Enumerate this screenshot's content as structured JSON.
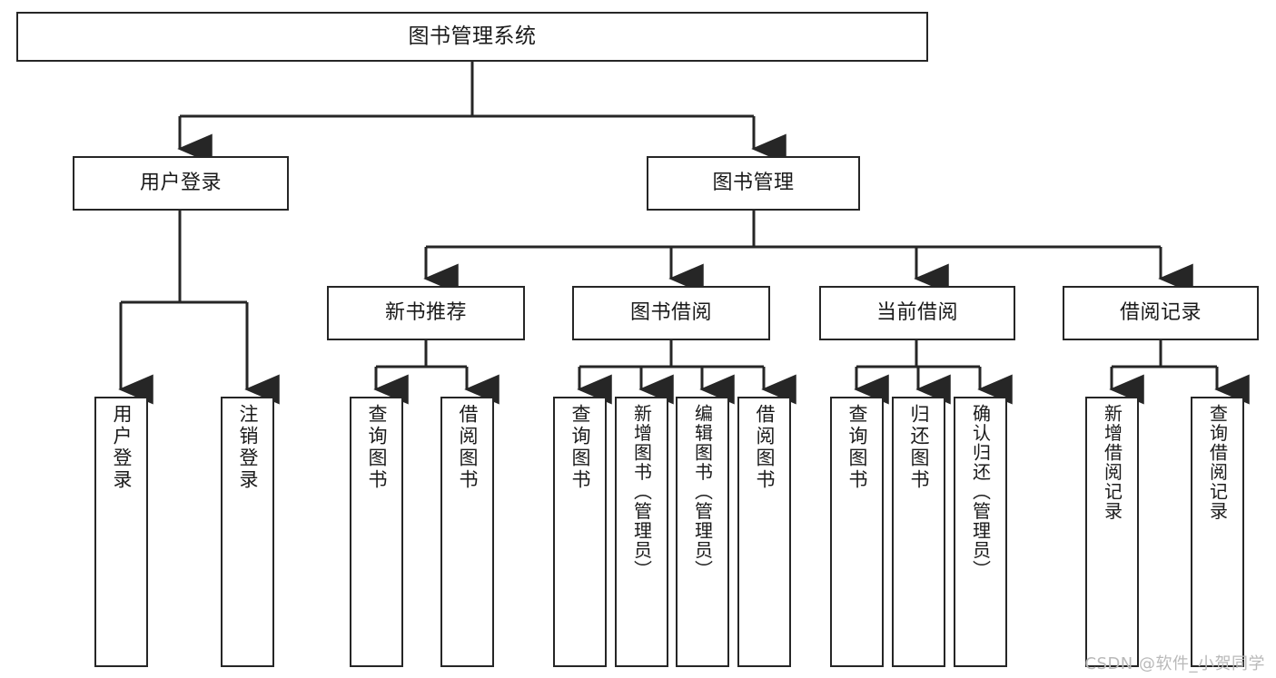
{
  "diagram": {
    "title": "图书管理系统",
    "type": "tree-hierarchy-diagram",
    "watermark": "CSDN @软件_小贺同学",
    "nodes": {
      "root": {
        "label": "图书管理系统"
      },
      "level2": [
        {
          "id": "user-login",
          "label": "用户登录"
        },
        {
          "id": "book-manage",
          "label": "图书管理"
        }
      ],
      "level3": [
        {
          "id": "new-book-recommend",
          "label": "新书推荐"
        },
        {
          "id": "book-borrow",
          "label": "图书借阅"
        },
        {
          "id": "current-borrow",
          "label": "当前借阅"
        },
        {
          "id": "borrow-record",
          "label": "借阅记录"
        }
      ],
      "leaves_user_login": [
        {
          "id": "leaf-user-login",
          "label": "用户登录"
        },
        {
          "id": "leaf-user-logout",
          "label": "注销登录"
        }
      ],
      "leaves_new_book_recommend": [
        {
          "id": "leaf-query-book-1",
          "label": "查询图书"
        },
        {
          "id": "leaf-borrow-book-1",
          "label": "借阅图书"
        }
      ],
      "leaves_book_borrow": [
        {
          "id": "leaf-query-book-2",
          "label": "查询图书"
        },
        {
          "id": "leaf-add-book",
          "label": "新增图书（管理员）"
        },
        {
          "id": "leaf-edit-book",
          "label": "编辑图书（管理员）"
        },
        {
          "id": "leaf-borrow-book-2",
          "label": "借阅图书"
        }
      ],
      "leaves_current_borrow": [
        {
          "id": "leaf-query-book-3",
          "label": "查询图书"
        },
        {
          "id": "leaf-return-book",
          "label": "归还图书"
        },
        {
          "id": "leaf-confirm-return",
          "label": "确认归还（管理员）"
        }
      ],
      "leaves_borrow_record": [
        {
          "id": "leaf-add-borrow-record",
          "label": "新增借阅记录"
        },
        {
          "id": "leaf-query-borrow-record",
          "label": "查询借阅记录"
        }
      ]
    },
    "colors": {
      "box_border": "#262626",
      "box_fill": "#ffffff",
      "connector": "#262626",
      "text": "#1a1a1a",
      "watermark": "#b9b9b9",
      "background": "#ffffff"
    }
  }
}
